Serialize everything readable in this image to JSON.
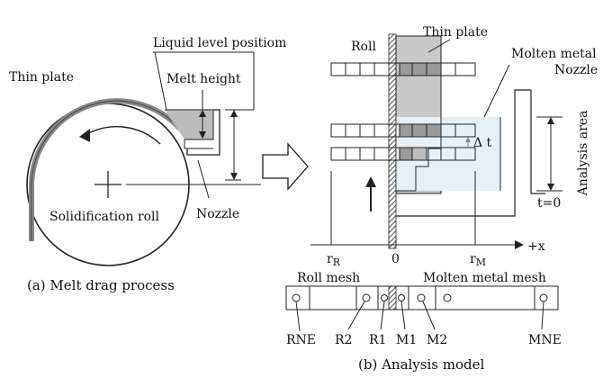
{
  "left": {
    "thin_plate": "Thin plate",
    "liquid_level": "Liquid level positiom",
    "melt_height": "Melt height",
    "roll": "Solidification roll",
    "nozzle": "Nozzle",
    "caption": "(a) Melt drag process"
  },
  "right": {
    "roll": "Roll",
    "thin_plate": "Thin plate",
    "molten_metal": "Molten metal",
    "nozzle": "Nozzle",
    "analysis_area": "Analysis area",
    "delta_t": "Δ t",
    "t0": "t=0",
    "r_r_main": "r",
    "r_r_sub": "R",
    "zero": "0",
    "r_m_main": "r",
    "r_m_sub": "M",
    "x_axis": "+x",
    "roll_mesh": "Roll mesh",
    "molten_mesh": "Molten metal mesh",
    "rne": "RNE",
    "r2": "R2",
    "r1": "R1",
    "m1": "M1",
    "m2": "M2",
    "mne": "MNE",
    "caption": "(b) Analysis model"
  },
  "colors": {
    "gray_light": "#d0d0d0",
    "gray_mid": "#a8a8a8",
    "gray_dark": "#808080",
    "blue_light": "#e6f0f8"
  }
}
